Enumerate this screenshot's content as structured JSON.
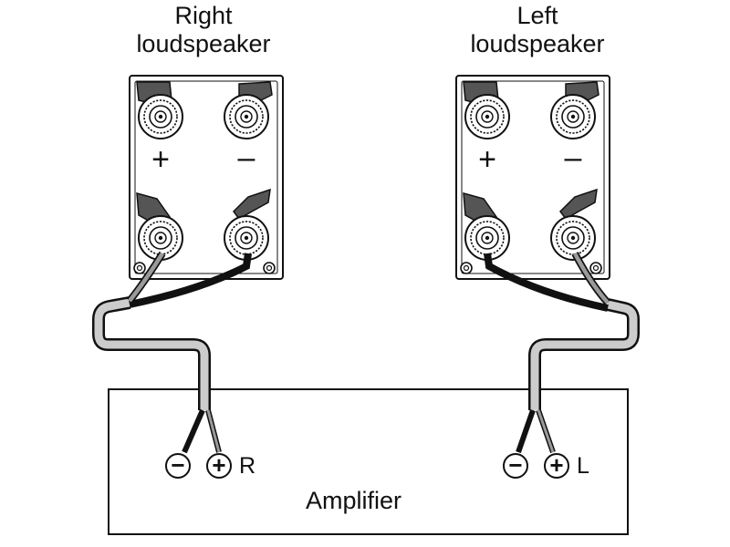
{
  "speakers": {
    "right": {
      "title_line1": "Right",
      "title_line2": "loudspeaker",
      "plus": "+",
      "minus": "–"
    },
    "left": {
      "title_line1": "Left",
      "title_line2": "loudspeaker",
      "plus": "+",
      "minus": "–"
    }
  },
  "amplifier": {
    "label": "Amplifier",
    "right_channel": {
      "minus": "−",
      "plus": "+",
      "channel": "R"
    },
    "left_channel": {
      "minus": "−",
      "plus": "+",
      "channel": "L"
    }
  },
  "colors": {
    "outline": "#111111",
    "terminal_strap": "#555555",
    "cable_light": "#cccccc",
    "wire_dark": "#111111",
    "wire_light": "#9a9a9a"
  }
}
